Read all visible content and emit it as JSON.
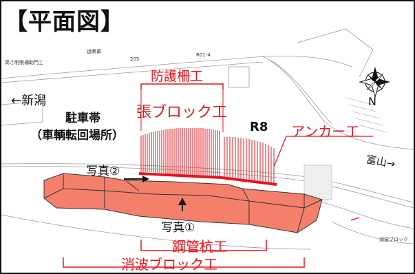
{
  "title": "【平面図】",
  "map_labels": {
    "niigata": "←新潟",
    "toyama": "富山→",
    "parking": "駐車帯",
    "parking_sub": "（車輌転回場所）",
    "route": "R8",
    "north": "N",
    "photo1": "写真①",
    "photo2": "写真②",
    "small_height_gate": "高さ制限補助門工",
    "small_1": "追断幕",
    "small_2": "205",
    "small_3": "R01-4",
    "small_4": "消波ブロック"
  },
  "works": {
    "fence": "防護柵工",
    "block": "張ブロック工",
    "anchor": "アンカー工",
    "steel_pile": "鋼管杭工",
    "wave_block": "消波ブロック工"
  },
  "colors": {
    "red": "#e8141b",
    "salmon": "#f4806b",
    "black": "#111111"
  }
}
